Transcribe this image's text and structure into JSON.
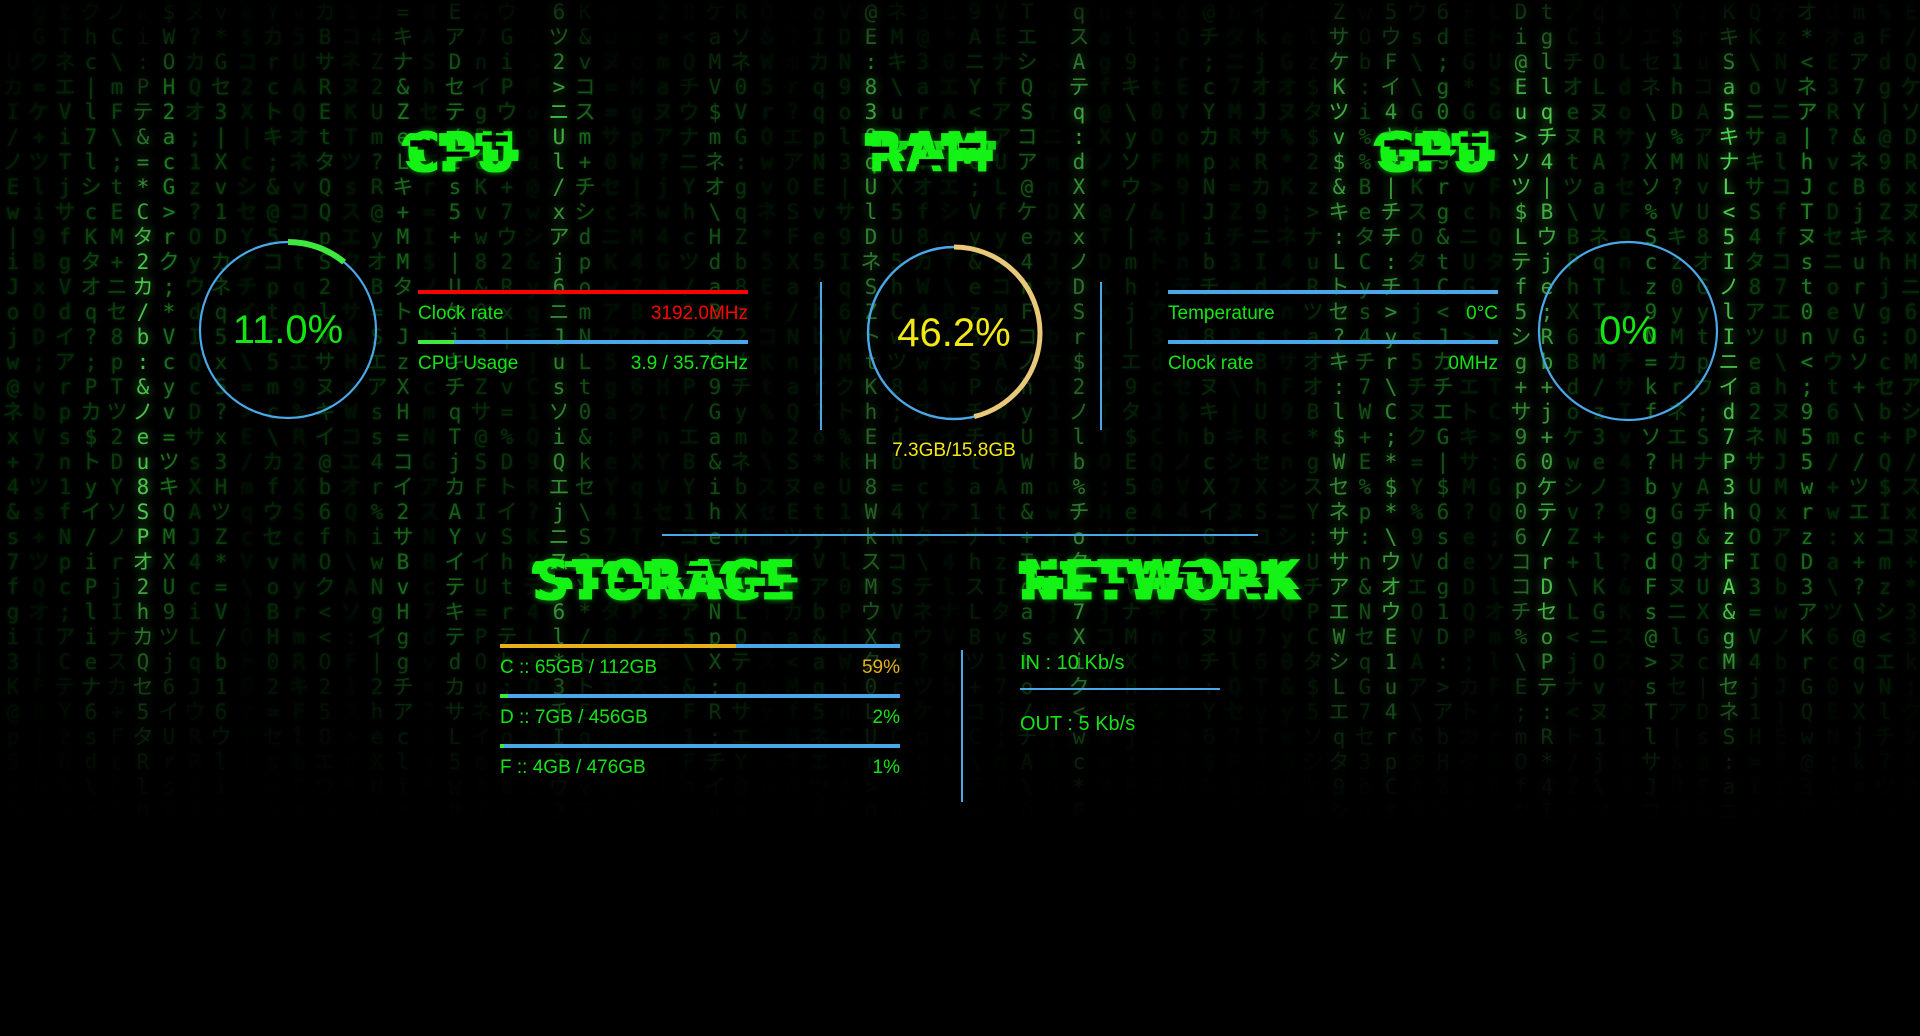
{
  "theme": {
    "green": "#14e414",
    "bright_green": "#15f215",
    "blue_track": "#4aa8e8",
    "red": "#ff0000",
    "yellow": "#f2e816",
    "gold": "#e8b019",
    "background": "#000000"
  },
  "background": {
    "name": "matrix-digital-rain",
    "glyphs": "アイウエオカキクケコサシスセソタチツテトナニヌネノ0123456789ABCDEFGHIJKLMNOPQRSTUVWXYZ:;<>?@$%&*+=/\\|abcdefghijklmnopqrstuvwxyz"
  },
  "sections": {
    "cpu": {
      "title": "CPU",
      "gauge": {
        "value_text": "11.0%",
        "percent": 11.0,
        "arc_color": "#3ee83e",
        "track_color": "#4aa8e8",
        "text_color": "#14e414"
      },
      "rows": [
        {
          "label": "Clock rate",
          "value": "3192.0MHz",
          "percent": 100,
          "fill_color": "#ff0000",
          "value_color": "#ff0000",
          "label_color": "#14e414"
        },
        {
          "label": "CPU Usage",
          "value": "3.9 / 35.7GHz",
          "percent": 11,
          "fill_color": "#3ee83e",
          "value_color": "#14e414",
          "label_color": "#14e414"
        }
      ]
    },
    "ram": {
      "title": "RAM",
      "gauge": {
        "value_text": "46.2%",
        "percent": 46.2,
        "arc_color": "#e8c97a",
        "track_color": "#4aa8e8",
        "text_color": "#f2e816"
      },
      "caption": "7.3GB/15.8GB",
      "caption_color": "#f2e816"
    },
    "gpu": {
      "title": "GPU",
      "gauge": {
        "value_text": "0%",
        "percent": 0,
        "arc_color": "#3ee83e",
        "track_color": "#4aa8e8",
        "text_color": "#14e414"
      },
      "rows": [
        {
          "label": "Temperature",
          "value": "0°C",
          "percent": 0,
          "fill_color": "#3ee83e",
          "value_color": "#14e414",
          "label_color": "#14e414"
        },
        {
          "label": "Clock rate",
          "value": "0MHz",
          "percent": 0,
          "fill_color": "#3ee83e",
          "value_color": "#14e414",
          "label_color": "#14e414"
        }
      ]
    },
    "storage": {
      "title": "STORAGE",
      "drives": [
        {
          "label": "C :: 65GB / 112GB",
          "value": "59%",
          "percent": 59,
          "fill_color": "#e8b019",
          "value_color": "#e8b019",
          "label_color": "#14e414"
        },
        {
          "label": "D :: 7GB / 456GB",
          "value": "2%",
          "percent": 2,
          "fill_color": "#3ee83e",
          "value_color": "#14e414",
          "label_color": "#14e414"
        },
        {
          "label": "F :: 4GB / 476GB",
          "value": "1%",
          "percent": 1,
          "fill_color": "#3ee83e",
          "value_color": "#14e414",
          "label_color": "#14e414"
        }
      ]
    },
    "network": {
      "title": "NETWORK",
      "in_text": "IN : 10 Kb/s",
      "out_text": "OUT : 5 Kb/s"
    }
  }
}
